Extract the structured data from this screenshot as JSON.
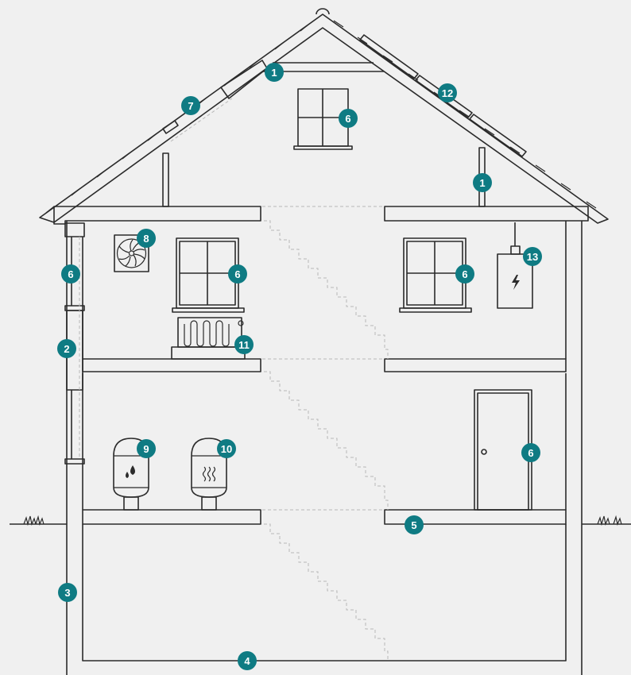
{
  "colors": {
    "background": "#f0f0f0",
    "line": "#2b2b2b",
    "badge": "#0f7b83",
    "badge_text": "#ffffff",
    "dashed": "#b9b9b9"
  },
  "icons": [
    "fan-icon",
    "water-drop-icon",
    "heat-waves-icon",
    "lightning-icon",
    "grass-icon",
    "radiator-icon",
    "door-icon",
    "window-icon",
    "solar-panel-icon"
  ],
  "markers": [
    {
      "label": "1"
    },
    {
      "label": "1"
    },
    {
      "label": "2"
    },
    {
      "label": "3"
    },
    {
      "label": "4"
    },
    {
      "label": "5"
    },
    {
      "label": "6"
    },
    {
      "label": "6"
    },
    {
      "label": "6"
    },
    {
      "label": "6"
    },
    {
      "label": "6"
    },
    {
      "label": "7"
    },
    {
      "label": "8"
    },
    {
      "label": "9"
    },
    {
      "label": "10"
    },
    {
      "label": "11"
    },
    {
      "label": "12"
    },
    {
      "label": "13"
    }
  ]
}
